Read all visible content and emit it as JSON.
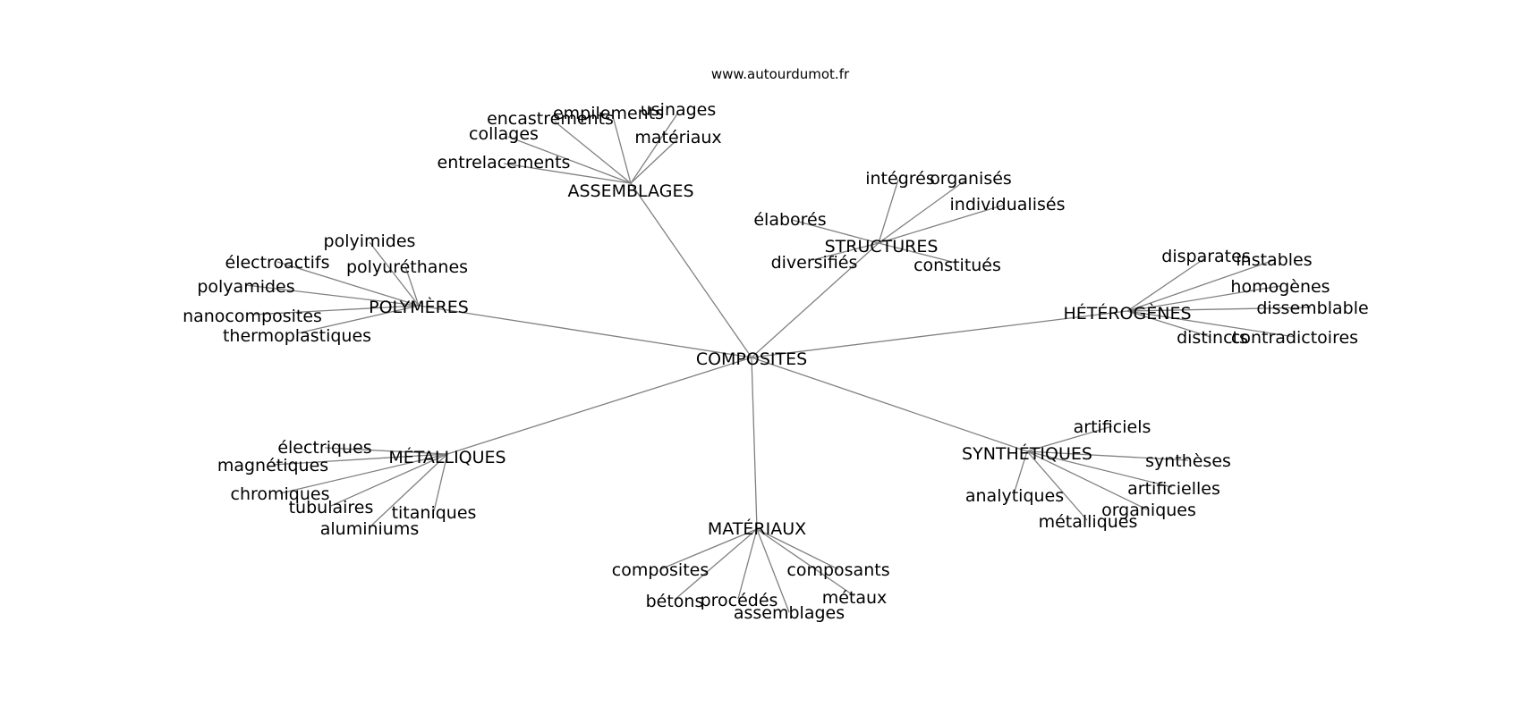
{
  "site": "www.autourdumot.fr",
  "center": "COMPOSITES",
  "clusters": [
    {
      "hub": "ASSEMBLAGES",
      "leaves": [
        "encastrements",
        "empilements",
        "usinages",
        "collages",
        "matériaux",
        "entrelacements"
      ]
    },
    {
      "hub": "STRUCTURES",
      "leaves": [
        "intégrés",
        "organisés",
        "individualisés",
        "élaborés",
        "diversifiés",
        "constitués"
      ]
    },
    {
      "hub": "POLYMÈRES",
      "leaves": [
        "polyimides",
        "électroactifs",
        "polyuréthanes",
        "polyamides",
        "nanocomposites",
        "thermoplastiques"
      ]
    },
    {
      "hub": "HÉTÉROGÈNES",
      "leaves": [
        "disparates",
        "instables",
        "homogènes",
        "dissemblable",
        "distincts",
        "contradictoires"
      ]
    },
    {
      "hub": "MÉTALLIQUES",
      "leaves": [
        "électriques",
        "magnétiques",
        "chromiques",
        "tubulaires",
        "titaniques",
        "aluminiums"
      ]
    },
    {
      "hub": "SYNTHÉTIQUES",
      "leaves": [
        "artificiels",
        "synthèses",
        "artificielles",
        "analytiques",
        "organiques",
        "métalliques"
      ]
    },
    {
      "hub": "MATÉRIAUX",
      "leaves": [
        "composites",
        "composants",
        "métaux",
        "bétons",
        "procédés",
        "assemblages"
      ]
    }
  ]
}
